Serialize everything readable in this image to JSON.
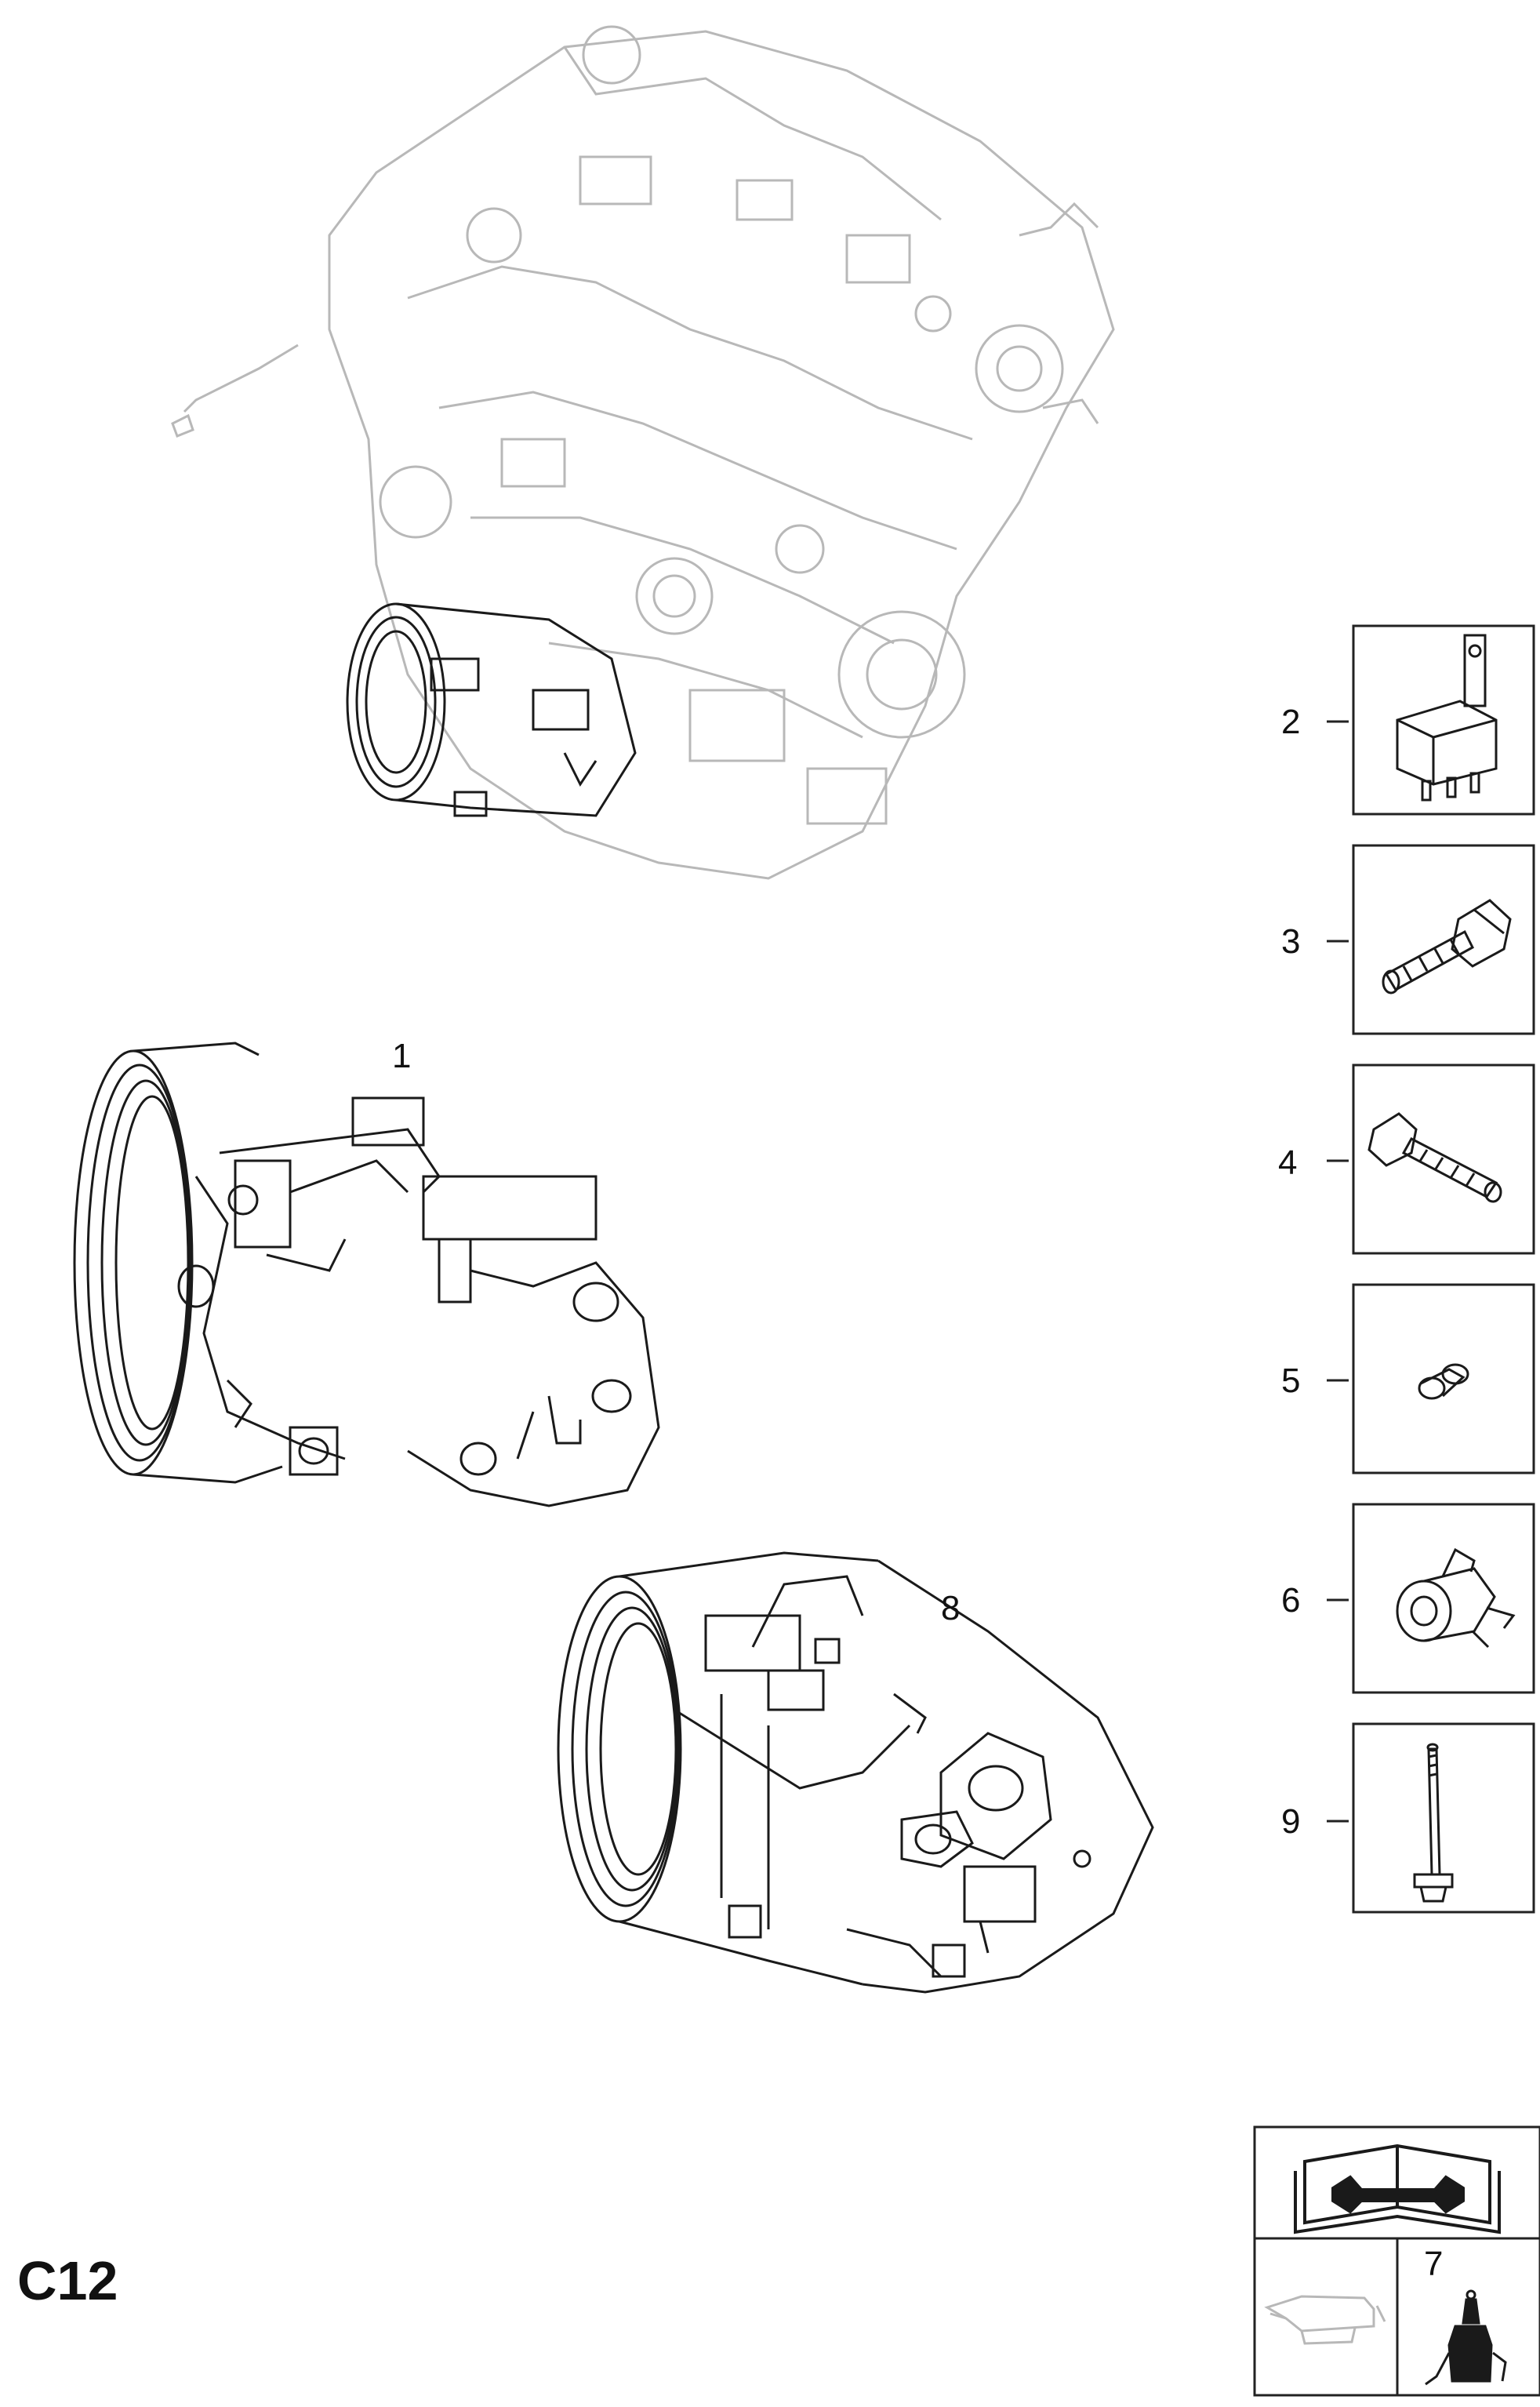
{
  "page": {
    "code": "C12"
  },
  "callouts": {
    "c1": "1",
    "c2": "2",
    "c3": "3",
    "c4": "4",
    "c5": "5",
    "c6": "6",
    "c7": "7",
    "c8": "8",
    "c9": "9"
  },
  "parts": [
    {
      "ref": "1",
      "icon": "ac-compressor-icon"
    },
    {
      "ref": "2",
      "icon": "relay-icon"
    },
    {
      "ref": "3",
      "icon": "bolt-icon"
    },
    {
      "ref": "4",
      "icon": "bolt-icon"
    },
    {
      "ref": "5",
      "icon": "sleeve-icon"
    },
    {
      "ref": "6",
      "icon": "grommet-icon"
    },
    {
      "ref": "7",
      "icon": "oil-bottle-icon"
    },
    {
      "ref": "8",
      "icon": "ac-compressor-icon"
    },
    {
      "ref": "9",
      "icon": "long-bolt-icon"
    }
  ],
  "colors": {
    "line": "#1a1a1a",
    "faint": "#b8b8b8",
    "box": "#222222"
  }
}
